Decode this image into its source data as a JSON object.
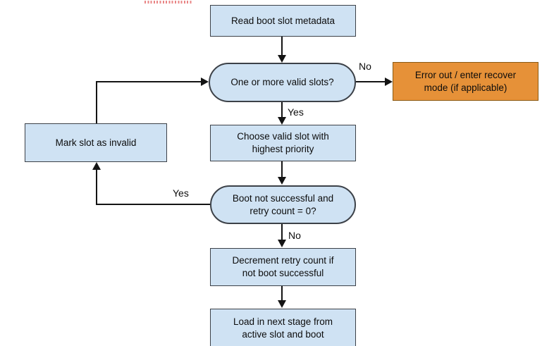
{
  "colors": {
    "process_fill": "#cfe2f3",
    "process_border": "#3c4148",
    "error_fill": "#e69138",
    "error_border": "#8a5a14",
    "arrow": "#141414",
    "annotation_marks": "#e57070",
    "background": "#ffffff"
  },
  "nodes": {
    "read_metadata": {
      "label": "Read boot slot metadata"
    },
    "valid_slots_decision": {
      "label": "One or more valid slots?"
    },
    "error_out": {
      "label": "Error out / enter recover\nmode (if applicable)"
    },
    "choose_slot": {
      "label": "Choose valid slot with\nhighest priority"
    },
    "mark_invalid": {
      "label": "Mark slot as invalid"
    },
    "boot_retry_decision": {
      "label": "Boot not successful and\nretry count = 0?"
    },
    "decrement_retry": {
      "label": "Decrement retry count if\nnot boot successful"
    },
    "load_next_stage": {
      "label": "Load in next stage from\nactive slot and boot"
    }
  },
  "edge_labels": {
    "no_to_error": "No",
    "yes_to_choose": "Yes",
    "yes_to_mark_invalid": "Yes",
    "no_to_decrement": "No"
  }
}
